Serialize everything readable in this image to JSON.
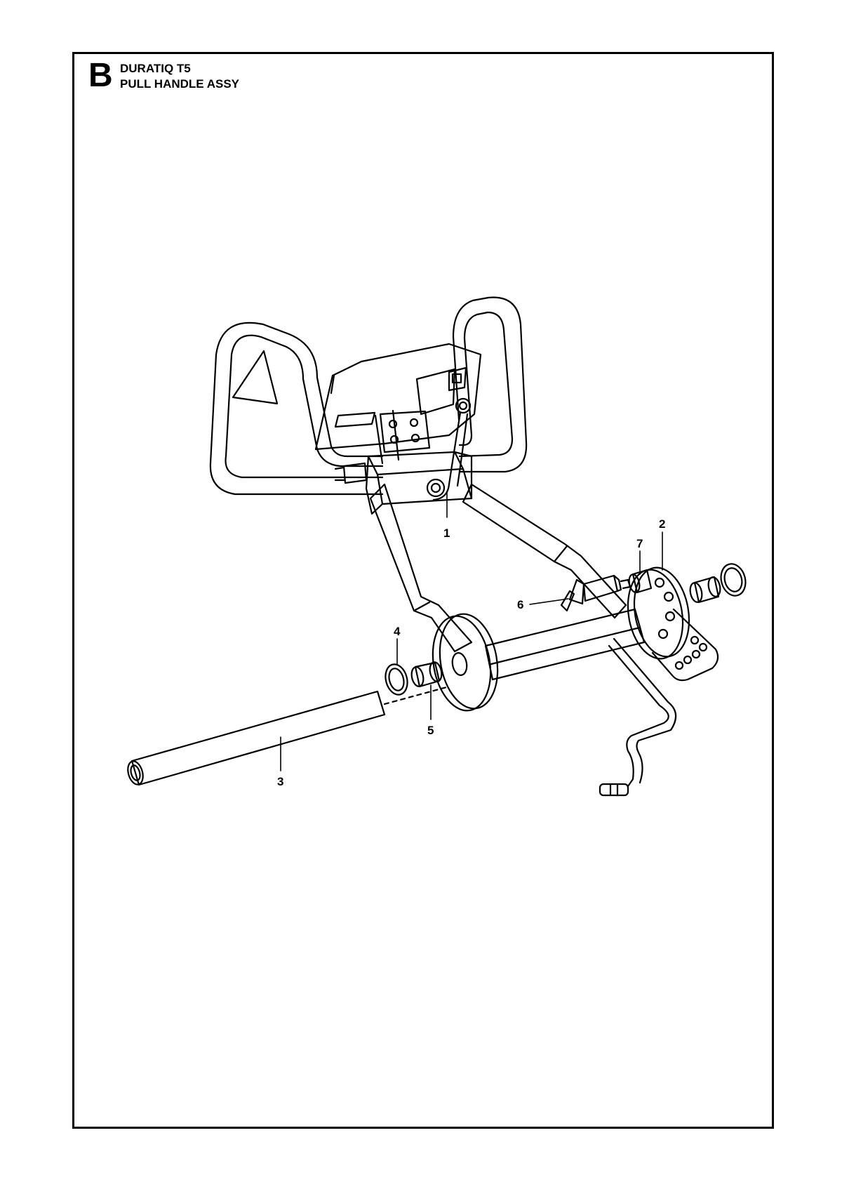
{
  "header": {
    "section_letter": "B",
    "model": "DURATIQ T5",
    "assembly": "PULL HANDLE ASSY"
  },
  "callouts": [
    "1",
    "2",
    "3",
    "4",
    "5",
    "6",
    "7"
  ]
}
